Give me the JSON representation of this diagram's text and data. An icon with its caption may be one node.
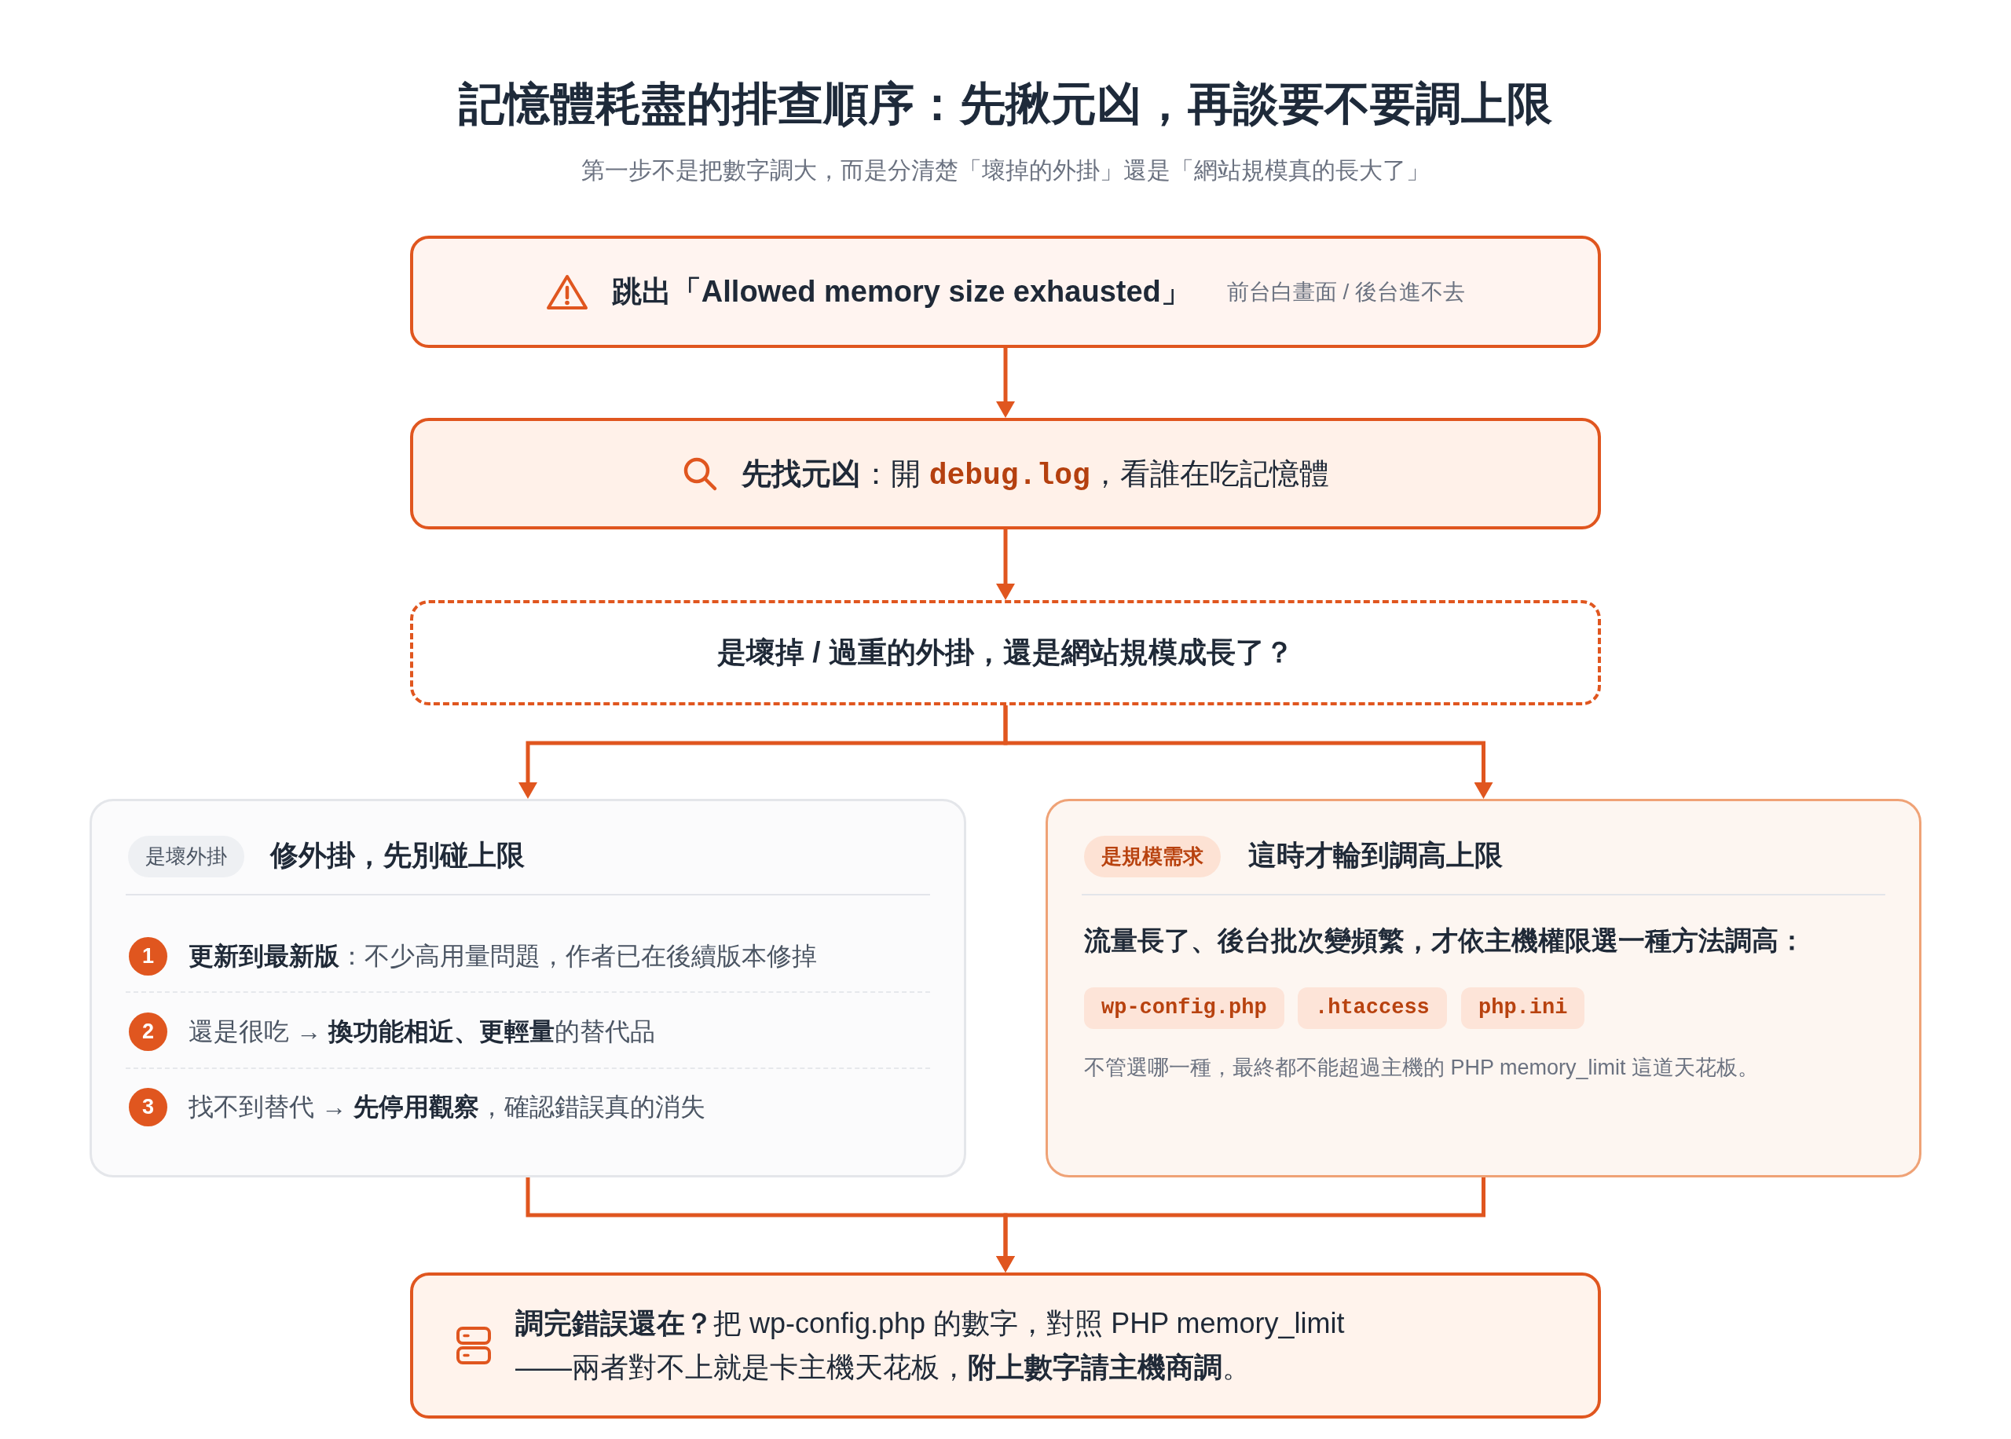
{
  "diagram": {
    "title": "記憶體耗盡的排查順序：先揪元凶，再談要不要調上限",
    "labels": [
      "第一步不是把數字調大，而是分清楚「壞掉的外掛」還是「網站規模真的長大了」"
    ],
    "nodes": [
      {
        "text": [
          "跳出「Allowed memory size exhausted」",
          "前台白畫面 / 後台進不去"
        ]
      },
      {
        "text": [
          "**先找元凶**：開 *debug.log*，看誰在吃記憶體"
        ]
      },
      {
        "text": [
          "是壞掉 / 過重的外掛，還是網站規模成長了？"
        ]
      },
      {
        "text": [
          "修外掛，先別碰上限"
        ]
      },
      {
        "text": [
          "是壞外掛"
        ],
        "in": 3
      },
      {
        "text": [
          "1"
        ],
        "in": 3,
        "beside": [
          "**更新到最新版**：不少高用量問題，作者已在後續版本修掉"
        ]
      },
      {
        "text": [
          "2"
        ],
        "in": 3,
        "beside": [
          "還是很吃 → **換功能相近、更輕量**的替代品"
        ]
      },
      {
        "text": [
          "3"
        ],
        "in": 3,
        "beside": [
          "找不到替代 → **先停用觀察**，確認錯誤真的消失"
        ]
      },
      {
        "text": [
          "這時才輪到調高上限",
          "流量長了、後台批次變頻繁，才依主機權限選一種方法調高：",
          "不管選哪一種，最終都不能超過主機的 PHP memory_limit 這道天花板。"
        ]
      },
      {
        "text": [
          "是規模需求"
        ],
        "in": 8
      },
      {
        "text": [
          "wp-config.php"
        ],
        "in": 8
      },
      {
        "text": [
          ".htaccess"
        ],
        "in": 8
      },
      {
        "text": [
          "php.ini"
        ],
        "in": 8
      },
      {
        "text": [
          "**調完錯誤還在？**把 wp-config.php 的數字，對照 PHP memory_limit ——兩者對不上就是卡主機天花板，**附上數字請主機商調**。"
        ]
      }
    ],
    "edges": [
      {
        "from": 0,
        "to": 1,
        "arrow": "to"
      },
      {
        "from": 1,
        "to": 2,
        "arrow": "to"
      },
      {
        "from": 2,
        "to": 3,
        "arrow": "to"
      },
      {
        "from": 2,
        "to": 8,
        "arrow": "to"
      },
      {
        "from": 3,
        "to": 13,
        "arrow": "to"
      },
      {
        "from": 8,
        "to": 13,
        "arrow": "to"
      }
    ]
  }
}
